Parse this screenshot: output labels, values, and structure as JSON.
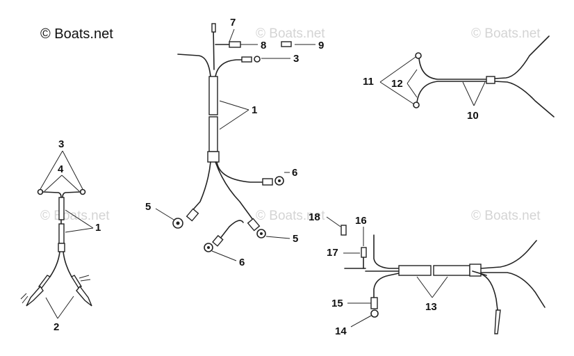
{
  "copyright": "© Boats.net",
  "watermark": "© Boats.net",
  "callouts": {
    "c1": "1",
    "c2": "2",
    "c3": "3",
    "c4": "4",
    "c5": "5",
    "c6": "6",
    "c7": "7",
    "c8": "8",
    "c9": "9",
    "c10": "10",
    "c11": "11",
    "c12": "12",
    "c13": "13",
    "c14": "14",
    "c15": "15",
    "c16": "16",
    "c17": "17",
    "c18": "18"
  }
}
